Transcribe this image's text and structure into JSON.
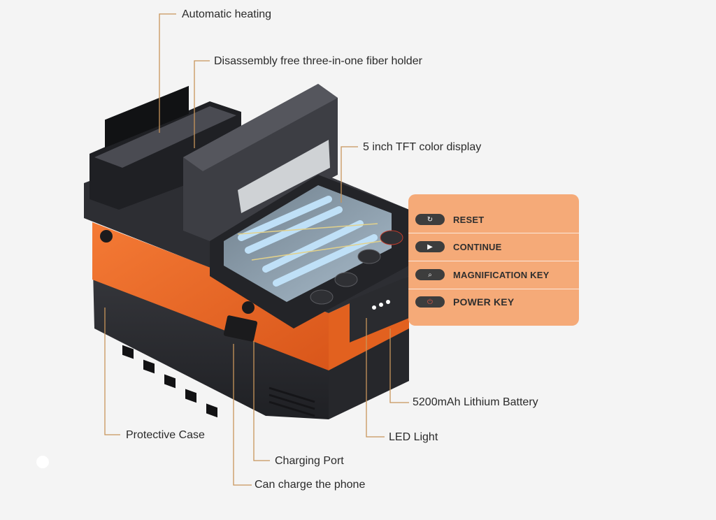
{
  "callouts": {
    "automatic_heating": "Automatic heating",
    "fiber_holder": "Disassembly free three-in-one fiber holder",
    "tft_display": "5 inch TFT color display",
    "battery": "5200mAh Lithium Battery",
    "led_light": "LED Light",
    "protective_case": "Protective Case",
    "charging_port": "Charging Port",
    "charge_phone": "Can charge the phone"
  },
  "keys": {
    "reset": {
      "label": "RESET",
      "icon": "reset-icon"
    },
    "continue": {
      "label": "CONTINUE",
      "icon": "play-icon"
    },
    "magnification": {
      "label": "MAGNIFICATION KEY",
      "icon": "magnifier-icon"
    },
    "power": {
      "label": "POWER KEY",
      "icon": "power-icon"
    }
  },
  "colors": {
    "panel": "#f6a46e",
    "device_orange": "#ef6a22",
    "device_dark": "#2b2c30",
    "screen_blue": "#9fc6e8",
    "leader_line": "#c8955a"
  }
}
